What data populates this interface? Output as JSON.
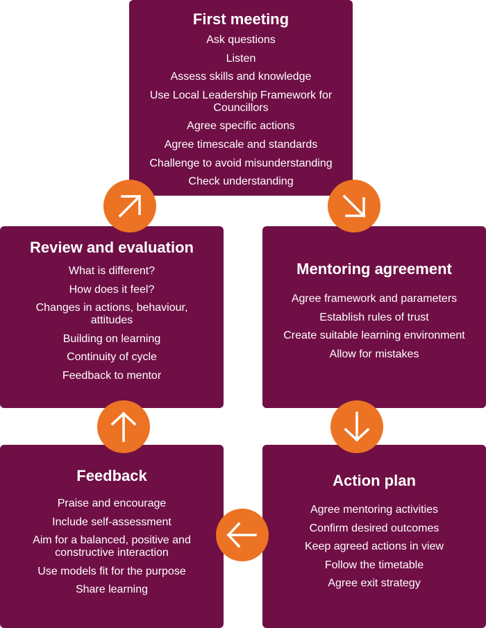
{
  "colors": {
    "box_fill": "#6f0f45",
    "arrow_fill": "#ec7324",
    "text": "#ffffff"
  },
  "boxes": {
    "first_meeting": {
      "title": "First meeting",
      "items": [
        "Ask questions",
        "Listen",
        "Assess skills and knowledge",
        "Use Local Leadership Framework for Councillors",
        "Agree specific actions",
        "Agree timescale and standards",
        "Challenge to avoid misunderstanding",
        "Check understanding"
      ]
    },
    "review": {
      "title": "Review and evaluation",
      "items": [
        "What is different?",
        "How does it feel?",
        "Changes in actions, behaviour, attitudes",
        "Building on learning",
        "Continuity of cycle",
        "Feedback to mentor"
      ]
    },
    "mentoring": {
      "title": "Mentoring agreement",
      "items": [
        "Agree framework and parameters",
        "Establish rules of trust",
        "Create suitable learning environment",
        "Allow for mistakes"
      ]
    },
    "feedback": {
      "title": "Feedback",
      "items": [
        "Praise and encourage",
        "Include self-assessment",
        "Aim for a balanced, positive and constructive interaction",
        "Use models fit for the purpose",
        "Share learning"
      ]
    },
    "action": {
      "title": "Action plan",
      "items": [
        "Agree mentoring activities",
        "Confirm desired outcomes",
        "Keep agreed actions in view",
        "Follow the timetable",
        "Agree exit strategy"
      ]
    }
  },
  "arrows": [
    {
      "from": "First meeting",
      "to": "Mentoring agreement",
      "icon": "arrow-down-right-icon"
    },
    {
      "from": "Mentoring agreement",
      "to": "Action plan",
      "icon": "arrow-down-icon"
    },
    {
      "from": "Action plan",
      "to": "Feedback",
      "icon": "arrow-left-icon"
    },
    {
      "from": "Feedback",
      "to": "Review and evaluation",
      "icon": "arrow-up-icon"
    },
    {
      "from": "Review and evaluation",
      "to": "First meeting",
      "icon": "arrow-up-right-icon"
    }
  ]
}
